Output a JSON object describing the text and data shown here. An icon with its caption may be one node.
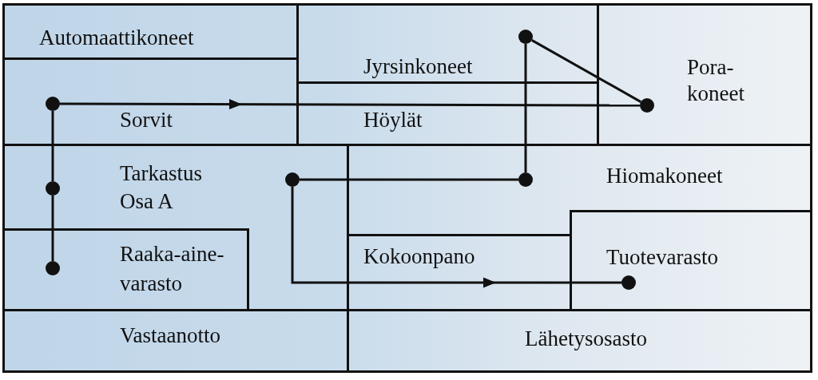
{
  "diagram": {
    "nodes": [
      {
        "text": [
          "Automaattikoneet"
        ]
      },
      {
        "text": [
          "Jyrsinkoneet"
        ]
      },
      {
        "text": [],
        "shape": "circle",
        "in": 1
      },
      {
        "text": [
          "Pora- koneet"
        ]
      },
      {
        "text": [],
        "shape": "circle",
        "in": 3
      },
      {
        "text": [
          "Sorvit"
        ]
      },
      {
        "text": [],
        "shape": "circle",
        "in": 5
      },
      {
        "text": [
          "Höylät"
        ]
      },
      {
        "text": [
          "Tarkastus",
          "Osa A"
        ]
      },
      {
        "text": [],
        "shape": "circle",
        "in": 8
      },
      {
        "text": [],
        "shape": "circle",
        "in": 8
      },
      {
        "text": [
          "Hiomakoneet"
        ]
      },
      {
        "text": [],
        "shape": "circle",
        "in": 11
      },
      {
        "text": [
          "Raaka-aine- varasto"
        ],
        "in": 8
      },
      {
        "text": [],
        "shape": "circle",
        "in": 13
      },
      {
        "text": [
          "Kokoonpano"
        ]
      },
      {
        "text": [
          "Tuotevarasto"
        ]
      },
      {
        "text": [],
        "shape": "circle",
        "in": 16
      },
      {
        "text": [
          "Vastaanotto"
        ]
      },
      {
        "text": [
          "Lähetysosasto"
        ]
      }
    ],
    "edges": [
      {
        "from": 14,
        "to": 9,
        "arrow": "none"
      },
      {
        "from": 9,
        "to": 6,
        "arrow": "none"
      },
      {
        "from": 6,
        "to": 4,
        "arrow": "to"
      },
      {
        "from": 4,
        "to": 2,
        "arrow": "none"
      },
      {
        "from": 2,
        "to": 12,
        "arrow": "none"
      },
      {
        "from": 12,
        "to": 10,
        "arrow": "none"
      },
      {
        "from": 10,
        "to": 17,
        "arrow": "to"
      }
    ]
  }
}
